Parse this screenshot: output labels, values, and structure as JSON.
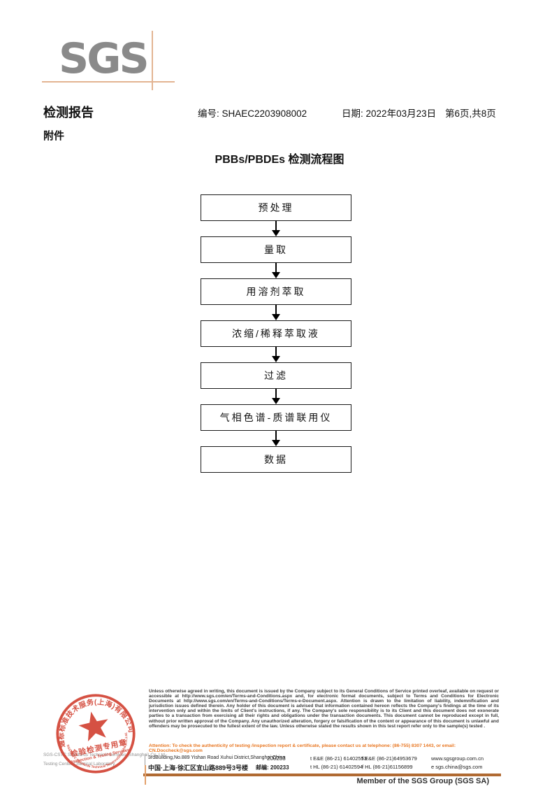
{
  "logo": {
    "text": "SGS"
  },
  "header": {
    "report_title": "检测报告",
    "report_no_label": "编号:",
    "report_no": "SHAEC2203908002",
    "date_label": "日期:",
    "date_value": "2022年03月23日",
    "page_info": "第6页,共8页",
    "attachment_label": "附件"
  },
  "flowchart": {
    "title": "PBBs/PBDEs 检测流程图",
    "steps": [
      "预处理",
      "量取",
      "用溶剂萃取",
      "浓缩/稀释萃取液",
      "过滤",
      "气相色谱-质谱联用仪",
      "数据"
    ]
  },
  "stamp": {
    "company_cn": "通标标准技术服务(上海)有限公司",
    "seal_title_cn": "检验检测专用章",
    "seal_title_en": "Inspection & Testing Services",
    "company_en_curved": "SGS-CSTC Standards Technical Services(Shanghai)Co.,Ltd.",
    "color": "#d03a2a"
  },
  "footer": {
    "company_line1": "SGS-CSTC Standards Technical Services (Shanghai) Co.,Ltd.",
    "company_line2": "Testing Center-Chemical Laboratory.",
    "legal_text": "Unless otherwise agreed in writing, this document is issued by the Company subject to its General Conditions of Service printed overleaf, available on request or accessible at http://www.sgs.com/en/Terms-and-Conditions.aspx and, for electronic format documents, subject to Terms and Conditions for Electronic Documents at http://www.sgs.com/en/Terms-and-Conditions/Terms-e-Document.aspx. Attention is drawn to the limitation of liability, indemnification and jurisdiction issues defined therein. Any holder of this document is advised that information contained hereon reflects the Company's findings at the time of its intervention only and within the limits of Client's instructions, if any. The Company's sole responsibility is to its Client and this document does not exonerate parties to a transaction from exercising all their rights and obligations under the transaction documents. This document cannot be reproduced except in full, without prior written approval of the Company. Any unauthorized alteration, forgery or falsification of the content or appearance of this document is unlawful and offenders may be prosecuted to the fullest extent of the law. Unless otherwise stated the results shown in this test report refer only to the sample(s) tested .",
    "attention_text": "Attention: To check the authenticity of testing /inspection report & certificate, please contact us at telephone: (86-755) 8307 1443, or email: CN.Doccheck@sgs.com",
    "address_en": "3rdBuilding,No.889 Yishan Road Xuhui District,Shanghai China",
    "postcode_en": "200233",
    "address_cn": "中国·上海·徐汇区宜山路889号3号楼",
    "postcode_cn": "邮编: 200233",
    "tel1": "t E&E (86-21) 61402553",
    "fax1": "f E&E (86-21)64953679",
    "web": "www.sgsgroup.com.cn",
    "tel2": "t HL (86-21) 61402594",
    "fax2": "f HL (86-21)61156899",
    "email": "e sgs.china@sgs.com",
    "member_text": "Member of the SGS Group (SGS SA)",
    "accent_orange": "#e87722",
    "rule_color": "#b06a32"
  }
}
